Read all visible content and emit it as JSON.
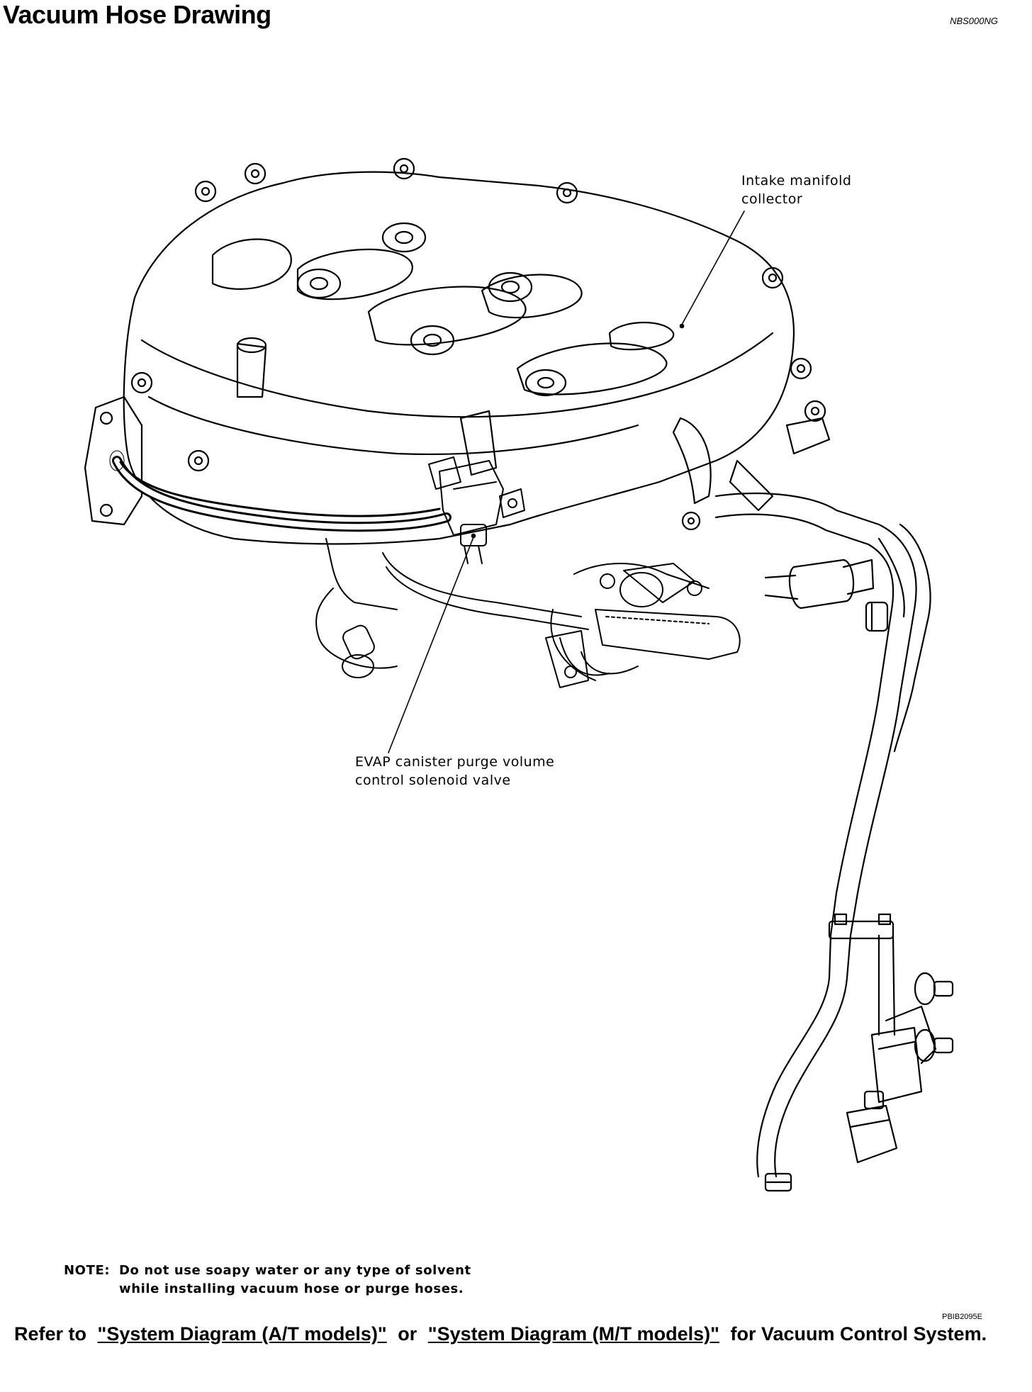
{
  "header": {
    "title": "Vacuum Hose Drawing",
    "code": "NBS000NG"
  },
  "figure": {
    "callouts": {
      "intake_line1": "Intake manifold",
      "intake_line2": "collector",
      "evap_line1": "EVAP canister purge volume",
      "evap_line2": "control solenoid valve"
    },
    "note": {
      "label": "NOTE:",
      "line1": "Do not use soapy water or any type of solvent",
      "line2": "while installing vacuum hose or purge hoses."
    },
    "figure_code": "PBIB2095E"
  },
  "footer": {
    "refer_prefix": "Refer to",
    "link_at": "\"System Diagram (A/T models)\"",
    "or_text": "or",
    "link_mt": "\"System Diagram (M/T models)\"",
    "refer_suffix": "for Vacuum Control System."
  }
}
